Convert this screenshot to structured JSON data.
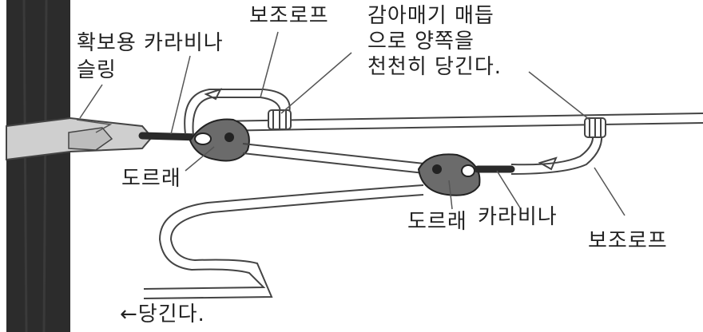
{
  "labels": {
    "anchor_carabiner": "확보용 카라비나",
    "sling": "슬링",
    "aux_rope_top": "보조로프",
    "instruction_line1": "감아매기 매듭",
    "instruction_line2": "으로 양쪽을",
    "instruction_line3": "천천히 당긴다.",
    "pulley_left": "도르래",
    "pulley_right": "도르래",
    "carabiner": "카라비나",
    "aux_rope_right": "보조로프",
    "pull": "←당긴다."
  }
}
